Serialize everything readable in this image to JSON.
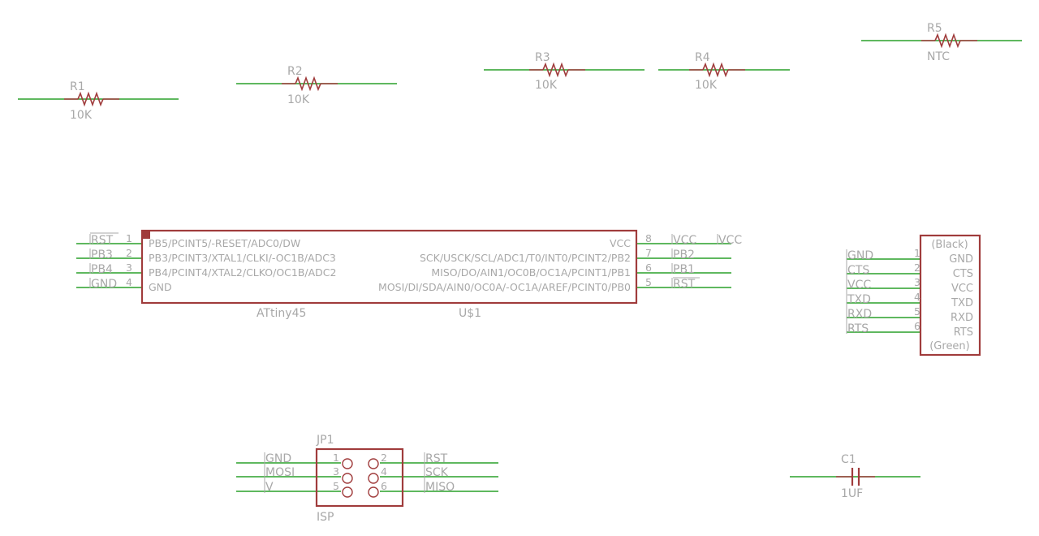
{
  "resistors": [
    {
      "name": "R1",
      "value": "10K"
    },
    {
      "name": "R2",
      "value": "10K"
    },
    {
      "name": "R3",
      "value": "10K"
    },
    {
      "name": "R4",
      "value": "10K"
    },
    {
      "name": "R5",
      "value": "NTC"
    }
  ],
  "mcu": {
    "part": "ATtiny45",
    "ref": "U$1",
    "left_pins": [
      {
        "num": "1",
        "func": "PB5/PCINT5/-RESET/ADC0/DW",
        "net": "RST"
      },
      {
        "num": "2",
        "func": "PB3/PCINT3/XTAL1/CLKI/-OC1B/ADC3",
        "net": "PB3"
      },
      {
        "num": "3",
        "func": "PB4/PCINT4/XTAL2/CLKO/OC1B/ADC2",
        "net": "PB4"
      },
      {
        "num": "4",
        "func": "GND",
        "net": "GND"
      }
    ],
    "right_pins": [
      {
        "num": "8",
        "func": "VCC",
        "net": "VCC"
      },
      {
        "num": "7",
        "func": "SCK/USCK/SCL/ADC1/T0/INT0/PCINT2/PB2",
        "net": "PB2"
      },
      {
        "num": "6",
        "func": "MISO/DO/AIN1/OC0B/OC1A/PCINT1/PB1",
        "net": "PB1"
      },
      {
        "num": "5",
        "func": "MOSI/DI/SDA/AIN0/OC0A/-OC1A/AREF/PCINT0/PB0",
        "net": "RST"
      }
    ],
    "extra_label": "VCC"
  },
  "ftdi": {
    "top": "(Black)",
    "bottom": "(Green)",
    "pins": [
      {
        "num": "1",
        "func": "GND",
        "net": "GND"
      },
      {
        "num": "2",
        "func": "CTS",
        "net": "CTS"
      },
      {
        "num": "3",
        "func": "VCC",
        "net": "VCC"
      },
      {
        "num": "4",
        "func": "TXD",
        "net": "TXD"
      },
      {
        "num": "5",
        "func": "RXD",
        "net": "RXD"
      },
      {
        "num": "6",
        "func": "RTS",
        "net": "RTS"
      }
    ]
  },
  "isp": {
    "name": "JP1",
    "value": "ISP",
    "left": [
      {
        "num": "1",
        "net": "GND"
      },
      {
        "num": "3",
        "net": "MOSI"
      },
      {
        "num": "5",
        "net": "V"
      }
    ],
    "right": [
      {
        "num": "2",
        "net": "RST"
      },
      {
        "num": "4",
        "net": "SCK"
      },
      {
        "num": "6",
        "net": "MISO"
      }
    ]
  },
  "capacitor": {
    "name": "C1",
    "value": "1UF"
  }
}
